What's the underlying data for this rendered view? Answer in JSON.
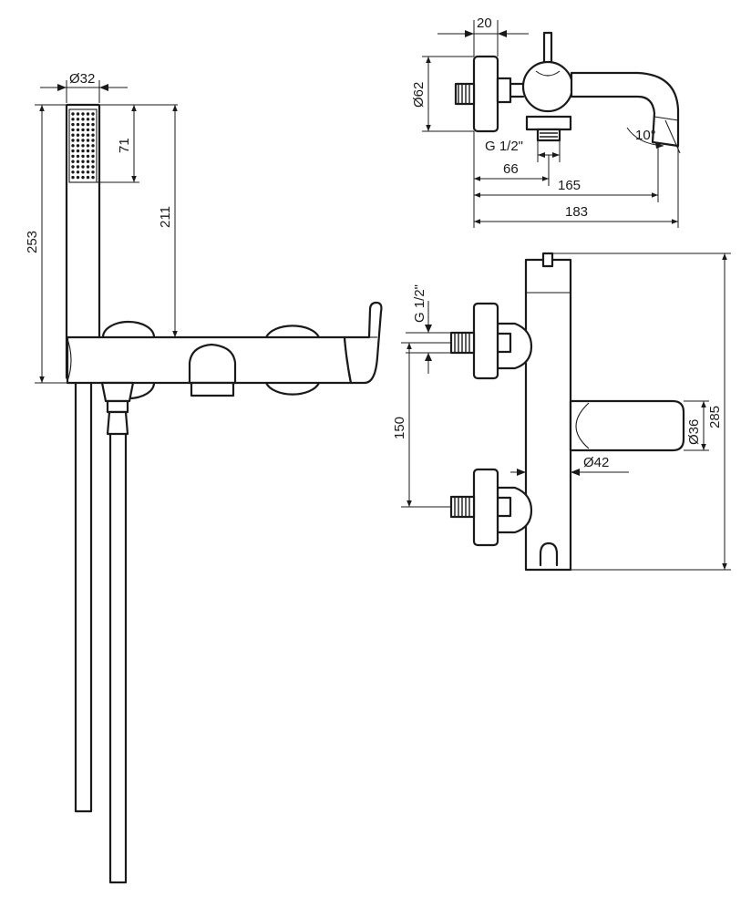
{
  "drawing": {
    "handshower_dims": {
      "diameter": "Ø32",
      "head_length": "71",
      "height_to_body": "211",
      "total_height": "253"
    },
    "side_view_dims": {
      "wall_plate_depth": "20",
      "wall_plate_diameter": "Ø62",
      "thread": "G 1/2\"",
      "to_outlet": "66",
      "to_spout_tip": "165",
      "total_projection": "183",
      "spout_angle": "10°"
    },
    "front_view_dims": {
      "thread": "G 1/2\"",
      "centres": "150",
      "body_diameter": "Ø42",
      "spout_diameter": "Ø36",
      "total_height": "285"
    }
  }
}
